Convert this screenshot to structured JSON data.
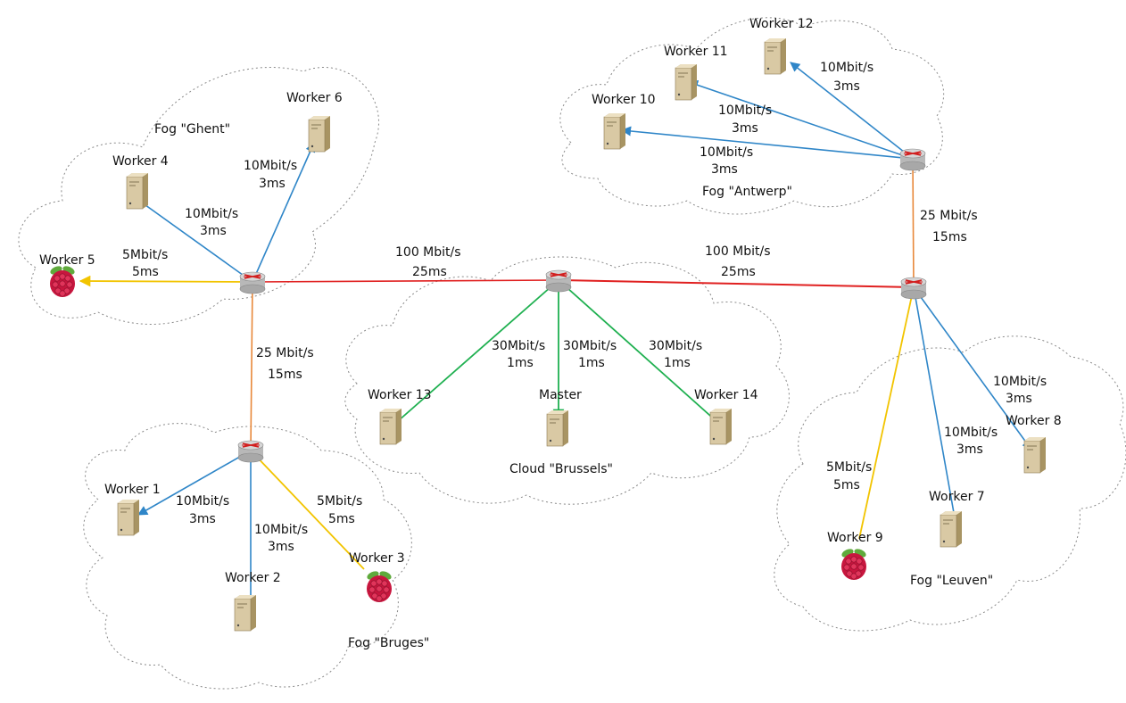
{
  "colors": {
    "link_blue": "#2f86c8",
    "link_red": "#e02020",
    "link_orange": "#e8883a",
    "link_yellow": "#f2c400",
    "link_green": "#1fb050",
    "server_body": "#d9c9a4",
    "server_dark": "#a89463",
    "pi_red": "#c8163e",
    "pi_leaf": "#5faa3c",
    "router_body": "#d6d6d6"
  },
  "regions": {
    "ghent": "Fog \"Ghent\"",
    "antwerp": "Fog \"Antwerp\"",
    "brussels": "Cloud \"Brussels\"",
    "bruges": "Fog \"Bruges\"",
    "leuven": "Fog \"Leuven\""
  },
  "nodes": {
    "w1": "Worker 1",
    "w2": "Worker 2",
    "w3": "Worker 3",
    "w4": "Worker 4",
    "w5": "Worker 5",
    "w6": "Worker 6",
    "w7": "Worker 7",
    "w8": "Worker 8",
    "w9": "Worker 9",
    "w10": "Worker 10",
    "w11": "Worker 11",
    "w12": "Worker 12",
    "w13": "Worker 13",
    "w14": "Worker 14",
    "master": "Master"
  },
  "links": {
    "ghent_brussels": {
      "bw": "100 Mbit/s",
      "lat": "25ms"
    },
    "brussels_leuven": {
      "bw": "100 Mbit/s",
      "lat": "25ms"
    },
    "ghent_bruges": {
      "bw": "25 Mbit/s",
      "lat": "15ms"
    },
    "leuven_antwerp": {
      "bw": "25 Mbit/s",
      "lat": "15ms"
    },
    "w4": {
      "bw": "10Mbit/s",
      "lat": "3ms"
    },
    "w5": {
      "bw": "5Mbit/s",
      "lat": "5ms"
    },
    "w6": {
      "bw": "10Mbit/s",
      "lat": "3ms"
    },
    "w1": {
      "bw": "10Mbit/s",
      "lat": "3ms"
    },
    "w2": {
      "bw": "10Mbit/s",
      "lat": "3ms"
    },
    "w3": {
      "bw": "5Mbit/s",
      "lat": "5ms"
    },
    "w13": {
      "bw": "30Mbit/s",
      "lat": "1ms"
    },
    "master": {
      "bw": "30Mbit/s",
      "lat": "1ms"
    },
    "w14": {
      "bw": "30Mbit/s",
      "lat": "1ms"
    },
    "w7": {
      "bw": "10Mbit/s",
      "lat": "3ms"
    },
    "w8": {
      "bw": "10Mbit/s",
      "lat": "3ms"
    },
    "w9": {
      "bw": "5Mbit/s",
      "lat": "5ms"
    },
    "w10": {
      "bw": "10Mbit/s",
      "lat": "3ms"
    },
    "w11": {
      "bw": "10Mbit/s",
      "lat": "3ms"
    },
    "w12": {
      "bw": "10Mbit/s",
      "lat": "3ms"
    }
  }
}
